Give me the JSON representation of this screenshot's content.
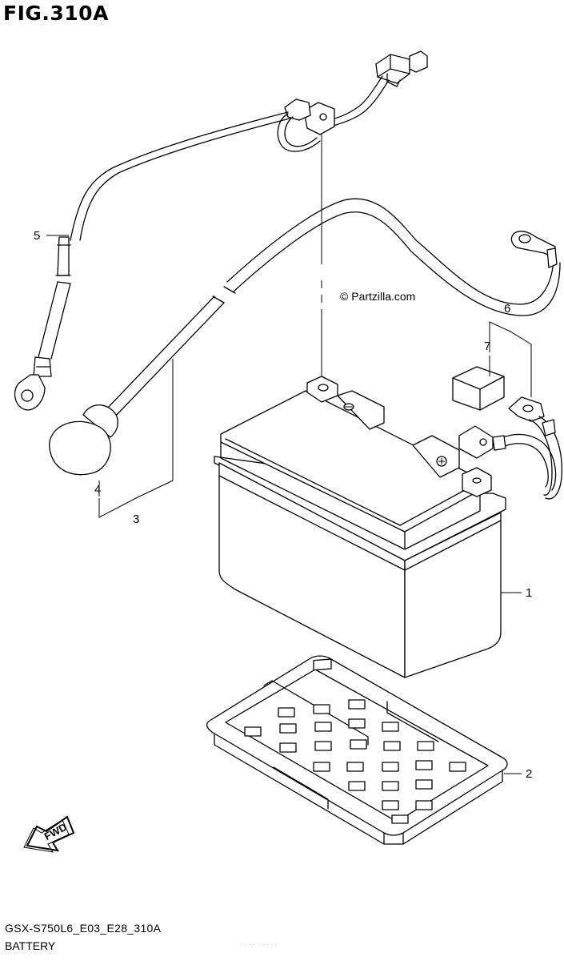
{
  "figure": {
    "title": "FIG.310A"
  },
  "watermark": "© Partzilla.com",
  "callouts": [
    {
      "id": "1",
      "label": "1"
    },
    {
      "id": "2",
      "label": "2"
    },
    {
      "id": "3",
      "label": "3"
    },
    {
      "id": "4",
      "label": "4"
    },
    {
      "id": "5",
      "label": "5"
    },
    {
      "id": "6",
      "label": "6"
    },
    {
      "id": "7",
      "label": "7"
    }
  ],
  "fwd_label": "FWD",
  "footer": {
    "model_code": "GSX-S750L6_E03_E28_310A",
    "section_name": "BATTERY",
    "faint_text": "· · · · · · · · ·"
  }
}
